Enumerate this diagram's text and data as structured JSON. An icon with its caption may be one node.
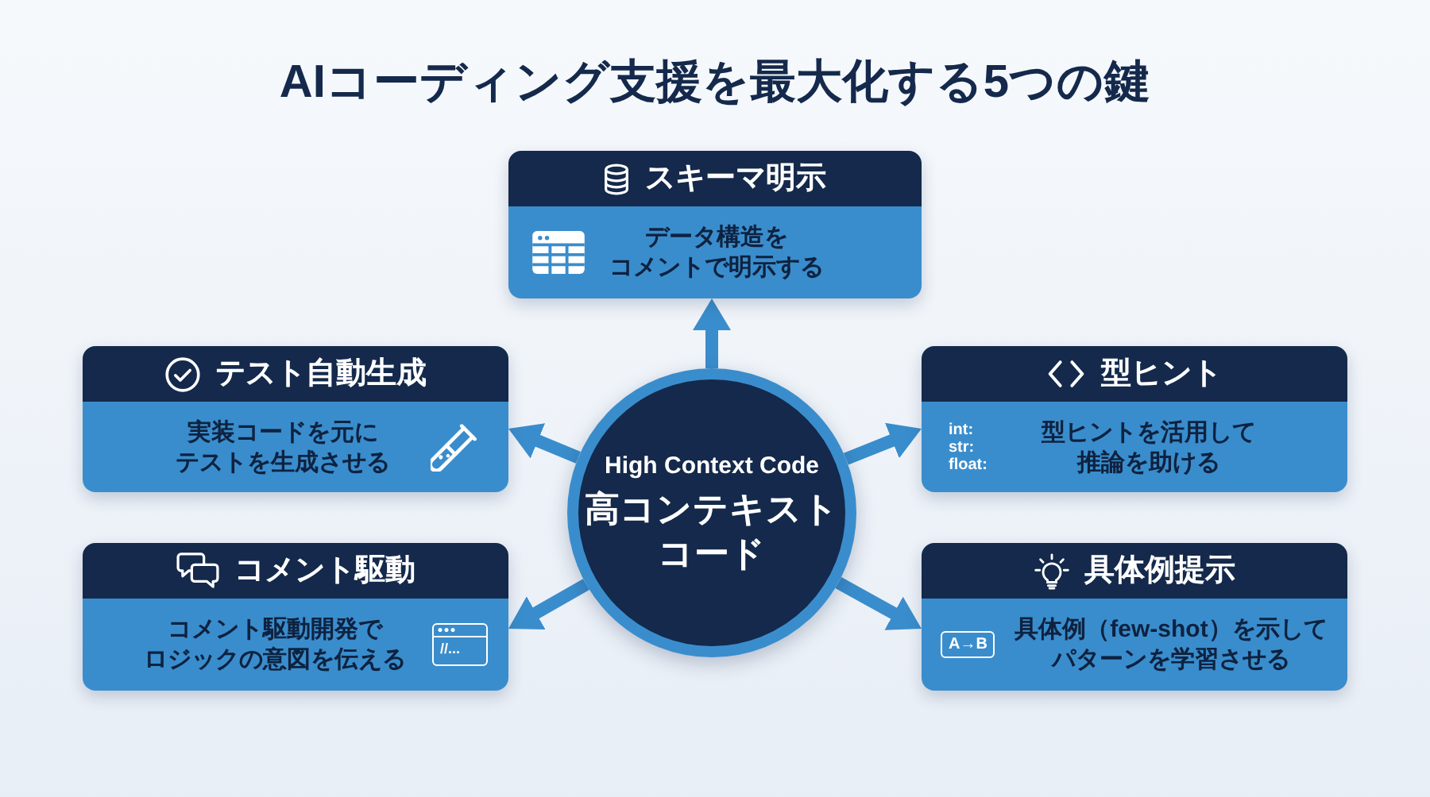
{
  "diagram": {
    "title": "AIコーディング支援を最大化する5つの鍵",
    "nodes": [
      {
        "text": [
          "スキーマ明示",
          "データ構造をコメントで明示する"
        ]
      },
      {
        "text": [
          "テスト自動生成",
          "実装コードを元にテストを生成させる"
        ]
      },
      {
        "text": [
          "型ヒント",
          "int: str: float:",
          "型ヒントを活用して推論を助ける"
        ]
      },
      {
        "text": [
          "High Context Code",
          "高コンテキストコード"
        ]
      },
      {
        "text": [
          "コメント駆動",
          "コメント駆動開発でロジックの意図を伝える",
          "//..."
        ]
      },
      {
        "text": [
          "具体例提示",
          "A→B",
          "具体例（few-shot）を示してパターンを学習させる"
        ]
      }
    ],
    "edges": [
      {
        "from": 3,
        "to": 0,
        "arrow": "to"
      },
      {
        "from": 3,
        "to": 1,
        "arrow": "to"
      },
      {
        "from": 3,
        "to": 2,
        "arrow": "to"
      },
      {
        "from": 3,
        "to": 4,
        "arrow": "to"
      },
      {
        "from": 3,
        "to": 5,
        "arrow": "to"
      }
    ]
  }
}
